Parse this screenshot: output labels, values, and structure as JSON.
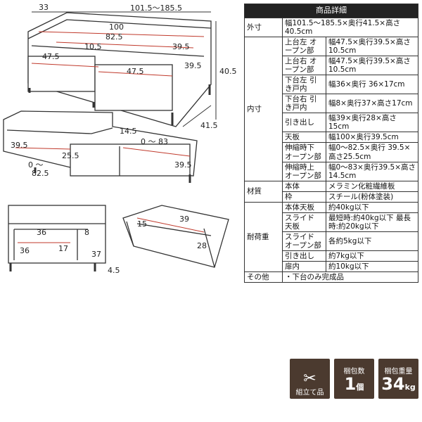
{
  "dims": {
    "top_left": "33",
    "top_width": "101.5～185.5",
    "top_100": "100",
    "top_825": "82.5",
    "top_105": "10.5",
    "top_395a": "39.5",
    "top_475a": "47.5",
    "top_475b": "47.5",
    "top_395b": "39.5",
    "height_405": "40.5",
    "depth_415": "41.5",
    "mid_145": "14.5",
    "mid_0_83": "0 ～ 83",
    "mid_395a": "39.5",
    "mid_255": "25.5",
    "mid_0_825": "0 ～",
    "mid_825": "82.5",
    "mid_395b": "39.5",
    "bl_36a": "36",
    "bl_8": "8",
    "bl_36b": "36",
    "bl_17": "17",
    "bl_37": "37",
    "bl_45": "4.5",
    "br_15": "15",
    "br_39": "39",
    "br_28": "28"
  },
  "spec": {
    "header": "商品詳細",
    "rows": [
      {
        "cat": "外寸",
        "sub": "",
        "val": "幅101.5～185.5×奥行41.5×高さ40.5cm"
      },
      {
        "cat": "内寸",
        "sub": "上台左 オープン部",
        "val": "幅47.5×奥行39.5×高さ10.5cm"
      },
      {
        "cat": "",
        "sub": "上台右 オープン部",
        "val": "幅47.5×奥行39.5×高さ10.5cm"
      },
      {
        "cat": "",
        "sub": "下台左 引き戸内",
        "val": "幅36×奥行 36×17cm"
      },
      {
        "cat": "",
        "sub": "下台右 引き戸内",
        "val": "幅8×奥行37×高さ17cm"
      },
      {
        "cat": "",
        "sub": "引き出し",
        "val": "幅39×奥行28×高さ15cm"
      },
      {
        "cat": "",
        "sub": "天板",
        "val": "幅100×奥行39.5cm"
      },
      {
        "cat": "",
        "sub": "伸縮時下 オープン部",
        "val": "幅0～82.5×奥行 39.5×高さ25.5cm"
      },
      {
        "cat": "",
        "sub": "伸縮時上 オープン部",
        "val": "幅0～83×奥行39.5×高さ14.5cm"
      },
      {
        "cat": "材質",
        "sub": "本体",
        "val": "メラミン化粧繊維板"
      },
      {
        "cat": "",
        "sub": "枠",
        "val": "スチール(粉体塗装)"
      },
      {
        "cat": "耐荷重",
        "sub": "本体天板",
        "val": "約40kg以下"
      },
      {
        "cat": "",
        "sub": "スライド 天板",
        "val": "最短時:約40kg以下 最長時:約20kg以下"
      },
      {
        "cat": "",
        "sub": "スライド オープン部",
        "val": "各約5kg以下"
      },
      {
        "cat": "",
        "sub": "引き出し",
        "val": "約7kg以下"
      },
      {
        "cat": "",
        "sub": "扉内",
        "val": "約10kg以下"
      },
      {
        "cat": "その他",
        "sub": "",
        "val": "・下台のみ完成品"
      }
    ]
  },
  "badges": {
    "assembly": "組立て品",
    "count_label": "梱包数",
    "count_value": "1",
    "count_unit": "個",
    "weight_label": "梱包重量",
    "weight_value": "34",
    "weight_unit": "kg"
  }
}
